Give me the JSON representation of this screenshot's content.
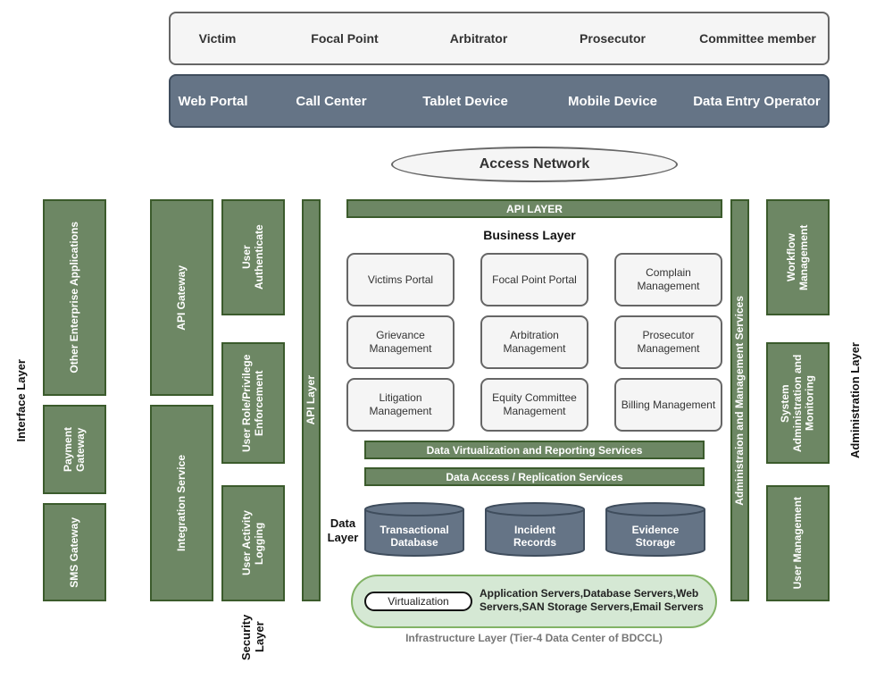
{
  "actors": [
    "Victim",
    "Focal Point",
    "Arbitrator",
    "Prosecutor",
    "Committee member"
  ],
  "channels": [
    "Web Portal",
    "Call Center",
    "Tablet Device",
    "Mobile Device",
    "Data Entry Operator"
  ],
  "access_network": "Access Network",
  "interface_layer": {
    "label": "Interface Layer",
    "items": [
      "Other Enterprise Applications",
      "Payment Gateway",
      "SMS Gateway"
    ]
  },
  "gateway_column": {
    "api_gateway": "API Gateway",
    "integration_service": "Integration Service"
  },
  "security_layer": {
    "label": "Security Layer",
    "items": [
      "User Authenticate",
      "User Role/Privilege Enforcement",
      "User Activity Logging"
    ]
  },
  "api_layer_vertical": "API Layer",
  "api_layer_top": "API LAYER",
  "business_layer": {
    "title": "Business Layer",
    "modules": [
      "Victims Portal",
      "Focal Point Portal",
      "Complain Management",
      "Grievance Management",
      "Arbitration Management",
      "Prosecutor Management",
      "Litigation Management",
      "Equity Committee Management",
      "Billing Management"
    ]
  },
  "services": {
    "virtualization_reporting": "Data Virtualization and Reporting Services",
    "access_replication": "Data Access / Replication Services"
  },
  "data_layer": {
    "label": "Data Layer",
    "databases": [
      "Transactional Database",
      "Incident Records",
      "Evidence Storage"
    ]
  },
  "infrastructure": {
    "virtualization": "Virtualization",
    "servers": "Application Servers,Database Servers,Web Servers,SAN Storage Servers,Email Servers",
    "caption": "Infrastructure Layer (Tier-4 Data Center of BDCCL)"
  },
  "admin_services": "Administraion and Management Services",
  "administration_layer": {
    "label": "Administration Layer",
    "items": [
      "Workflow Management",
      "System Administration and Monitoring",
      "User Management"
    ]
  },
  "colors": {
    "green_fill": "#6d8764",
    "green_border": "#3b5b2c",
    "slate_fill": "#657486",
    "infra_fill": "#d5e8d4",
    "infra_border": "#82b366",
    "module_fill": "#f5f5f5"
  }
}
